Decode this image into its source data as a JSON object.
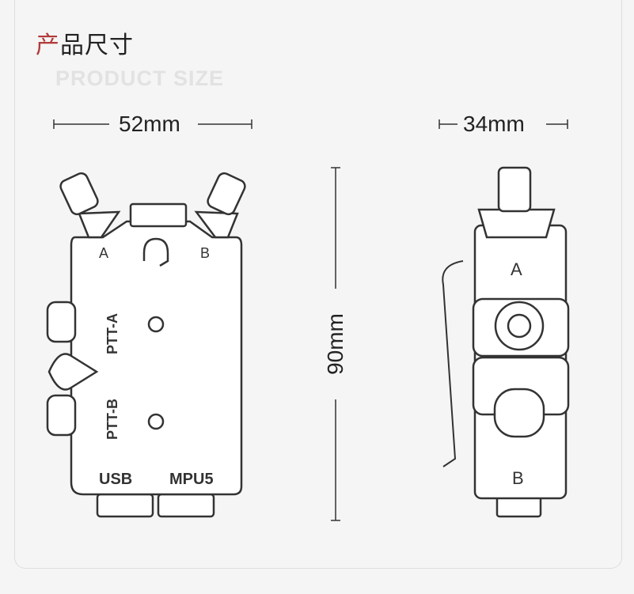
{
  "header": {
    "title_accent": "产",
    "title_rest": "品尺寸",
    "subtitle": "PRODUCT SIZE"
  },
  "dimensions": {
    "width": "52mm",
    "depth": "34mm",
    "height": "90mm"
  },
  "front_labels": {
    "knob_a": "A",
    "knob_b": "B",
    "ptt_a": "PTT-A",
    "ptt_b": "PTT-B",
    "port_usb": "USB",
    "port_mpu5": "MPU5"
  },
  "side_labels": {
    "top": "A",
    "bottom": "B"
  }
}
